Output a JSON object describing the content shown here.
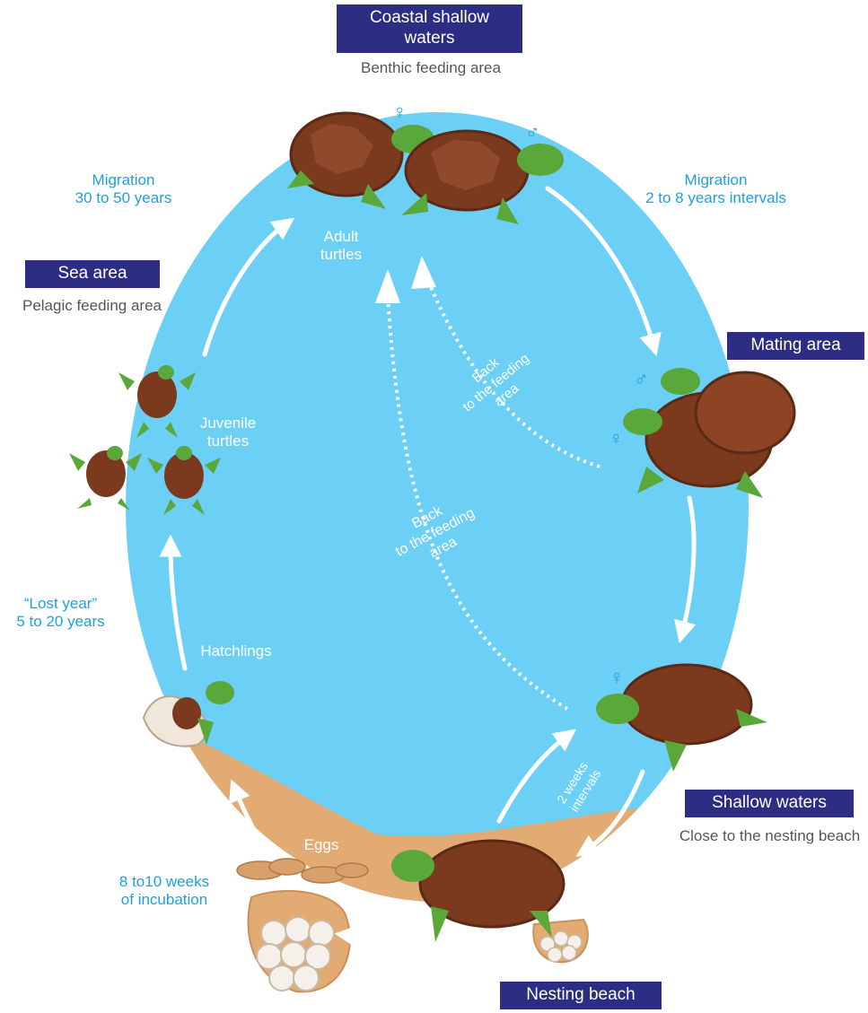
{
  "labels": {
    "coastal": "Coastal shallow waters",
    "coastal_sub": "Benthic feeding area",
    "sea_area": "Sea area",
    "sea_area_sub": "Pelagic feeding area",
    "mating_area": "Mating area",
    "shallow_waters": "Shallow waters",
    "shallow_waters_sub": "Close to the nesting beach",
    "nesting_beach": "Nesting beach"
  },
  "stages": {
    "adult": "Adult turtles",
    "juvenile": "Juvenile turtles",
    "hatchlings": "Hatchlings",
    "eggs": "Eggs"
  },
  "annotations": {
    "migration_left": "Migration\n30 to 50 years",
    "migration_right": "Migration\n2 to 8 years intervals",
    "lost_year": "“Lost year”\n5 to 20 years",
    "incubation": "8 to10 weeks\nof incubation",
    "back_feeding_1": "Back\nto the feeding\narea",
    "back_feeding_2": "Back\nto the feeding\narea",
    "two_weeks": "2 weeks\nintervals"
  },
  "symbols": {
    "female": "♀",
    "male": "♂"
  },
  "colors": {
    "sea": "#6ccff6",
    "sand": "#e3ab74",
    "label_box": "#2d2e83",
    "accent_text": "#1da1dc",
    "shell": "#7b3a1e",
    "skin": "#5aa83a"
  }
}
